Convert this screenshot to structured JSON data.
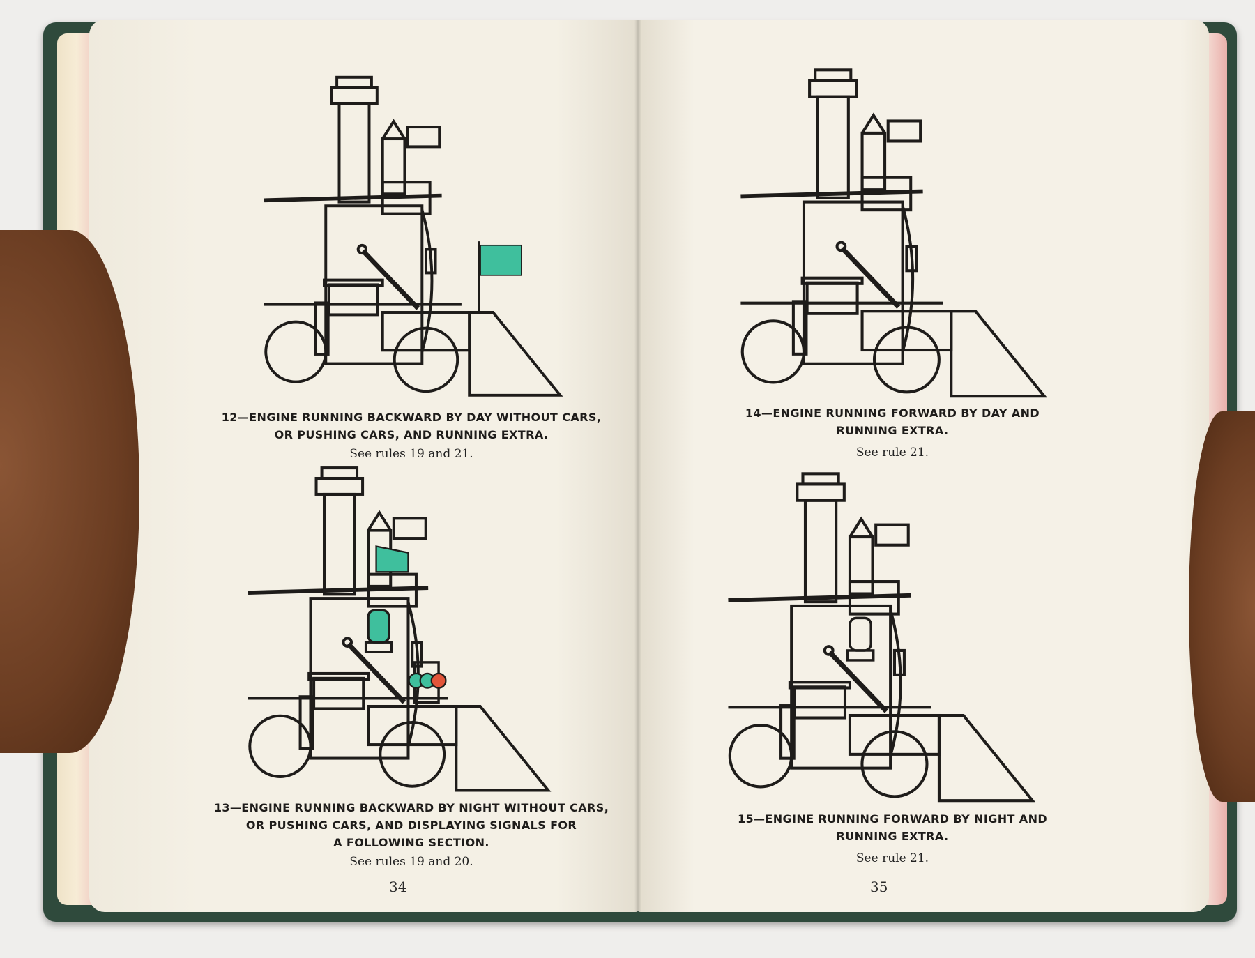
{
  "left_page": {
    "figures": [
      {
        "caption_lines": [
          "12—ENGINE RUNNING BACKWARD BY DAY WITHOUT CARS,",
          "OR PUSHING CARS, AND RUNNING EXTRA."
        ],
        "rule": "See rules 19 and 21."
      },
      {
        "caption_lines": [
          "13—ENGINE RUNNING BACKWARD BY NIGHT WITHOUT CARS,",
          "OR PUSHING CARS, AND DISPLAYING SIGNALS FOR",
          "A FOLLOWING SECTION."
        ],
        "rule": "See rules 19 and 20."
      }
    ],
    "page_number": "34"
  },
  "right_page": {
    "figures": [
      {
        "caption_lines": [
          "14—ENGINE RUNNING FORWARD BY DAY AND",
          "RUNNING EXTRA."
        ],
        "rule": "See rule 21."
      },
      {
        "caption_lines": [
          "15—ENGINE RUNNING FORWARD BY NIGHT AND",
          "RUNNING EXTRA."
        ],
        "rule": "See rule 21."
      }
    ],
    "page_number": "35"
  },
  "colors": {
    "signal_green": "#3fbf9d",
    "signal_red": "#e2553a",
    "ink": "#1e1c1a",
    "paper": "#f4f0e5"
  }
}
